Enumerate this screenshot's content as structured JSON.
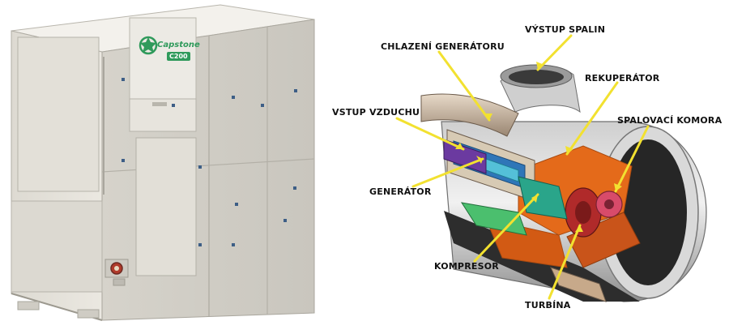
{
  "product": {
    "brand": "Capstone",
    "model": "C200"
  },
  "diagram_labels": {
    "exhaust": "VÝSTUP SPALIN",
    "generator_cooling": "CHLAZENÍ GENERÁTORU",
    "recuperator": "REKUPERÁTOR",
    "air_inlet": "VSTUP VZDUCHU",
    "combustor": "SPALOVACÍ KOMORA",
    "generator": "GENERÁTOR",
    "compressor": "KOMPRESOR",
    "turbine": "TURBÍNA"
  },
  "colors": {
    "callout_line": "#f2e130",
    "housing": "#e6e3db",
    "brand_green": "#2f9a5b",
    "recuperator_orange": "#e46a1a"
  }
}
